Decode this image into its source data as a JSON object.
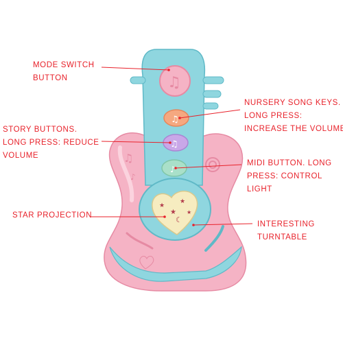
{
  "labels": {
    "mode_switch": [
      "MODE SWITCH",
      "BUTTON"
    ],
    "nursery_song_keys": [
      "NURSERY SONG KEYS.",
      "LONG PRESS:",
      "INCREASE THE VOLUME."
    ],
    "story_buttons": [
      "STORY BUTTONS.",
      "LONG PRESS: REDUCE",
      "VOLUME"
    ],
    "midi_button": [
      "MIDI BUTTON. LONG",
      "PRESS: CONTROL",
      "LIGHT"
    ],
    "star_projection": [
      "STAR PROJECTION"
    ],
    "interesting_turntable": [
      "INTERESTING",
      "TURNTABLE"
    ]
  },
  "colors": {
    "label_text": "#e8212a",
    "leader_line": "#e8212a",
    "toy_blue": "#8fd6df",
    "toy_blue_dark": "#5fb9c7",
    "toy_pink": "#f5b3c5",
    "toy_pink_dark": "#e68aa3",
    "key_orange": "#f5a880",
    "key_purple": "#c9a7e8",
    "key_green": "#a9e0c9",
    "projector_yellow": "#f6ecc0"
  }
}
